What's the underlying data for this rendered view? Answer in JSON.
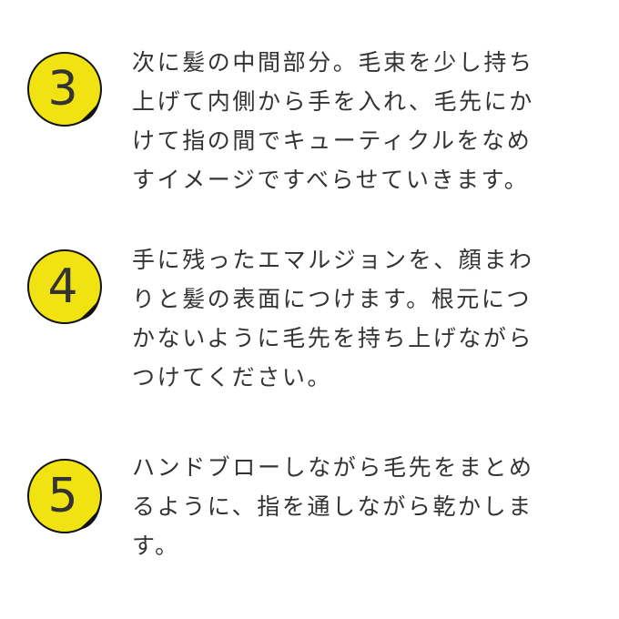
{
  "colors": {
    "badge": "#f1e312",
    "ink": "#333333"
  },
  "steps": [
    {
      "number": "3",
      "lines": [
        "次に髪の中間部分。毛束を少し持ち",
        "上げて内側から手を入れ、毛先にか",
        "けて指の間でキューティクルをなめ",
        "すイメージですべらせていきます。"
      ]
    },
    {
      "number": "4",
      "lines": [
        "手に残ったエマルジョンを、顔まわ",
        "りと髪の表面につけます。根元につ",
        "かないように毛先を持ち上げながら",
        "つけてください。"
      ]
    },
    {
      "number": "5",
      "lines": [
        "ハンドブローしながら毛先をまとめ",
        "るように、指を通しながら乾かしま",
        "す。"
      ]
    }
  ]
}
